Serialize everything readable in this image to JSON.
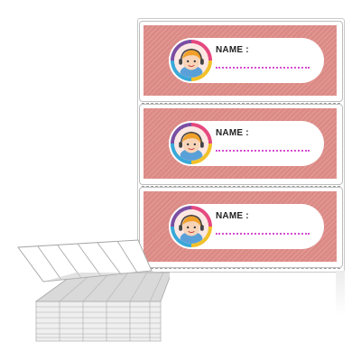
{
  "labels": [
    {
      "name_label": "NAME :"
    },
    {
      "name_label": "NAME :"
    },
    {
      "name_label": "NAME :"
    }
  ],
  "colors": {
    "label_background": "#dc8a85",
    "name_line": "#d64bd0",
    "text": "#222222"
  },
  "icons": {
    "avatar": "child-with-headphones-icon",
    "stack": "fanfold-label-stack-icon"
  }
}
